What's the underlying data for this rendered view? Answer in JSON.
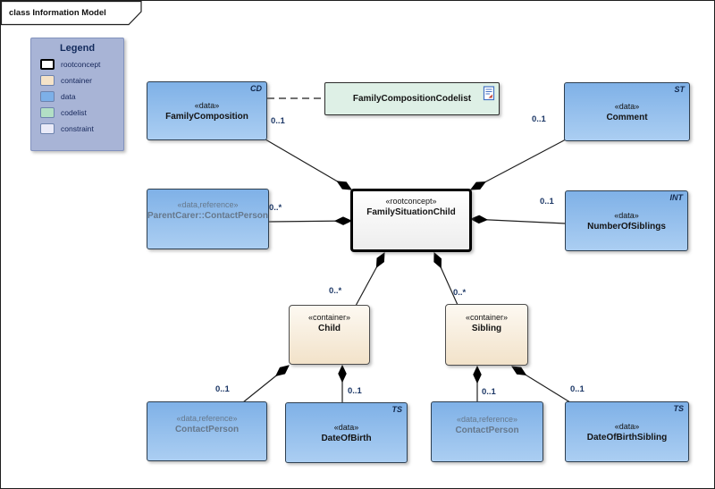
{
  "frame": {
    "tab_label": "class Information Model"
  },
  "legend": {
    "title": "Legend",
    "items": [
      {
        "label": "rootconcept",
        "color": "#ffffff"
      },
      {
        "label": "container",
        "color": "#f5e3c8"
      },
      {
        "label": "data",
        "color": "#7db0e8"
      },
      {
        "label": "codelist",
        "color": "#b2dfc5"
      },
      {
        "label": "constraint",
        "color": "#e9eaf8"
      }
    ]
  },
  "nodes": {
    "family_composition": {
      "stereotype": "«data»",
      "name": "FamilyComposition",
      "tag": "CD"
    },
    "family_composition_codelist": {
      "name": "FamilyCompositionCodelist"
    },
    "comment": {
      "stereotype": "«data»",
      "name": "Comment",
      "tag": "ST"
    },
    "parent_carer_contact_person": {
      "stereotype": "«data,reference»",
      "name": "ParentCarer::ContactPerson"
    },
    "family_situation_child": {
      "stereotype": "«rootconcept»",
      "name": "FamilySituationChild"
    },
    "number_of_siblings": {
      "stereotype": "«data»",
      "name": "NumberOfSiblings",
      "tag": "INT"
    },
    "child": {
      "stereotype": "«container»",
      "name": "Child"
    },
    "sibling": {
      "stereotype": "«container»",
      "name": "Sibling"
    },
    "contact_person_child": {
      "stereotype": "«data,reference»",
      "name": "ContactPerson"
    },
    "date_of_birth": {
      "stereotype": "«data»",
      "name": "DateOfBirth",
      "tag": "TS"
    },
    "contact_person_sibling": {
      "stereotype": "«data,reference»",
      "name": "ContactPerson"
    },
    "date_of_birth_sibling": {
      "stereotype": "«data»",
      "name": "DateOfBirthSibling",
      "tag": "TS"
    }
  },
  "multiplicities": {
    "family_composition": "0..1",
    "comment": "0..1",
    "parent_carer": "0..*",
    "number_of_siblings": "0..1",
    "child": "0..*",
    "sibling": "0..*",
    "contact_person_child": "0..1",
    "date_of_birth": "0..1",
    "contact_person_sibling": "0..1",
    "date_of_birth_sibling": "0..1"
  },
  "colors": {
    "data_fill_top": "#7fb1e7",
    "data_fill_bottom": "#abcef2",
    "container_fill": "#f2e2c9",
    "codelist_fill": "#def0e6",
    "rootconcept_fill": "#ffffff",
    "constraint_fill": "#e9eaf8",
    "legend_bg": "#a8b4d6",
    "line_color": "#1f1f1f",
    "reference_text": "#66788c",
    "multiplicity_text": "#1c3766"
  }
}
